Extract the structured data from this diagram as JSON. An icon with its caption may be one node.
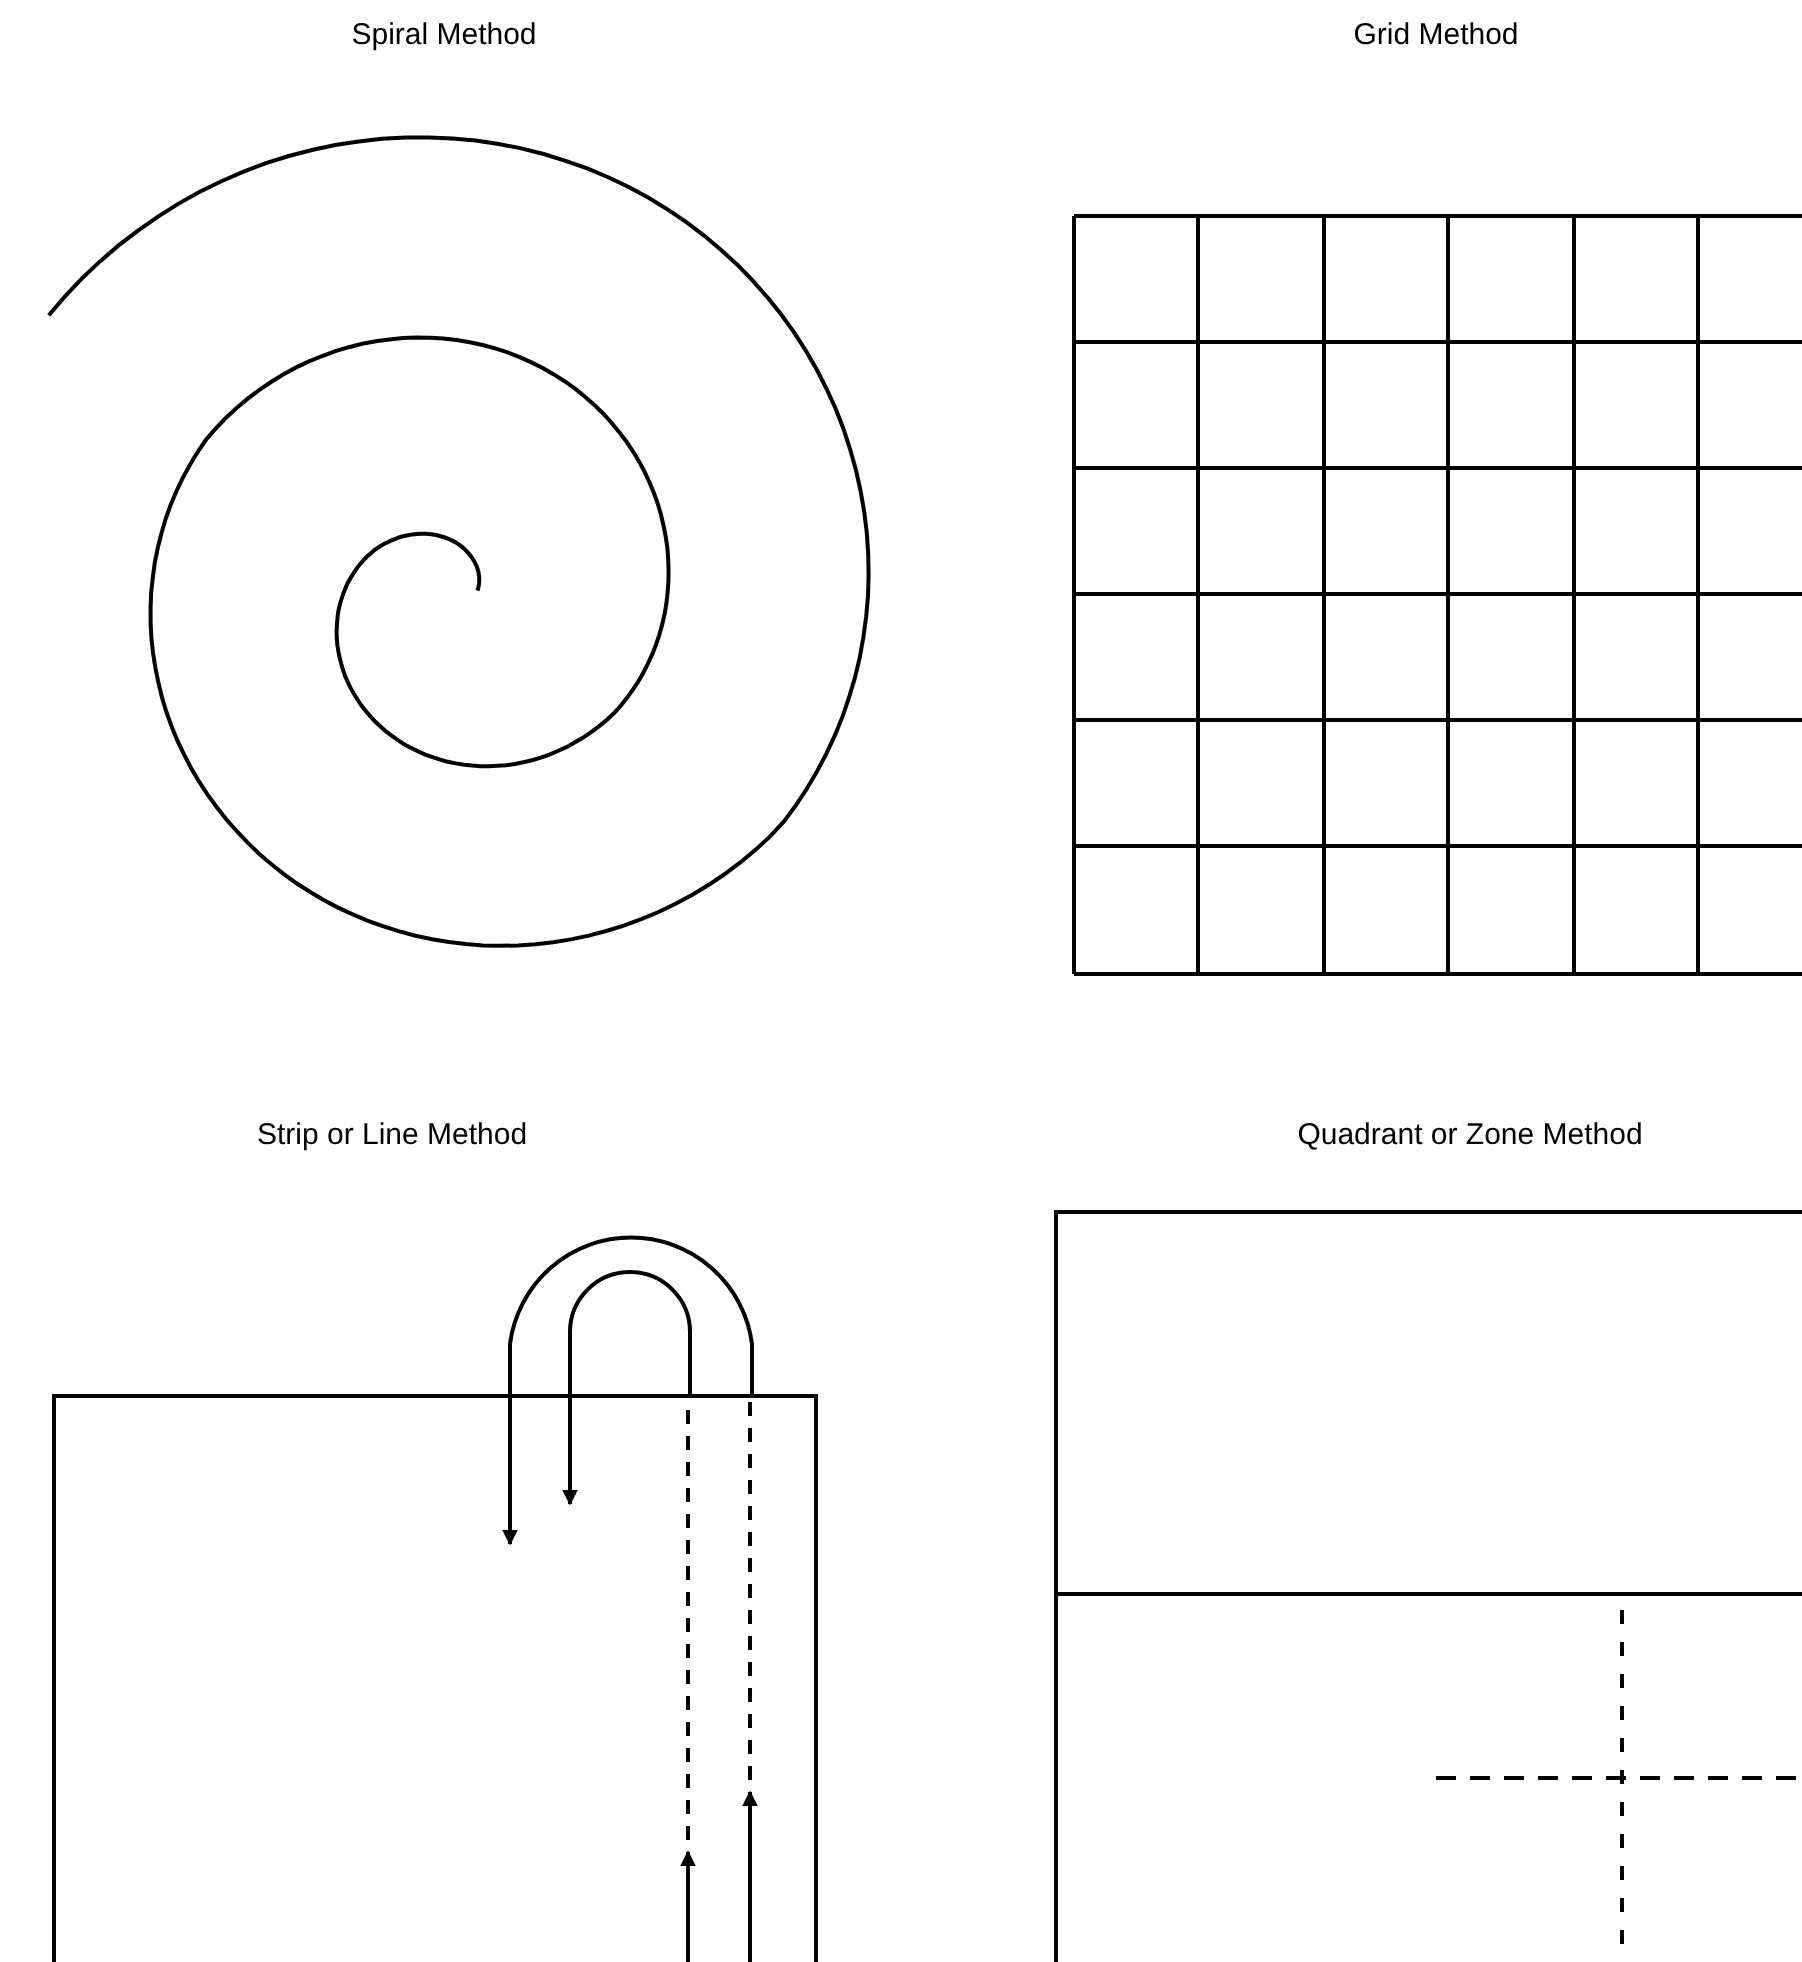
{
  "diagram": {
    "labels": [
      "Spiral Method",
      "Grid Method",
      "Strip or Line Method",
      "Quadrant or Zone Method"
    ]
  }
}
